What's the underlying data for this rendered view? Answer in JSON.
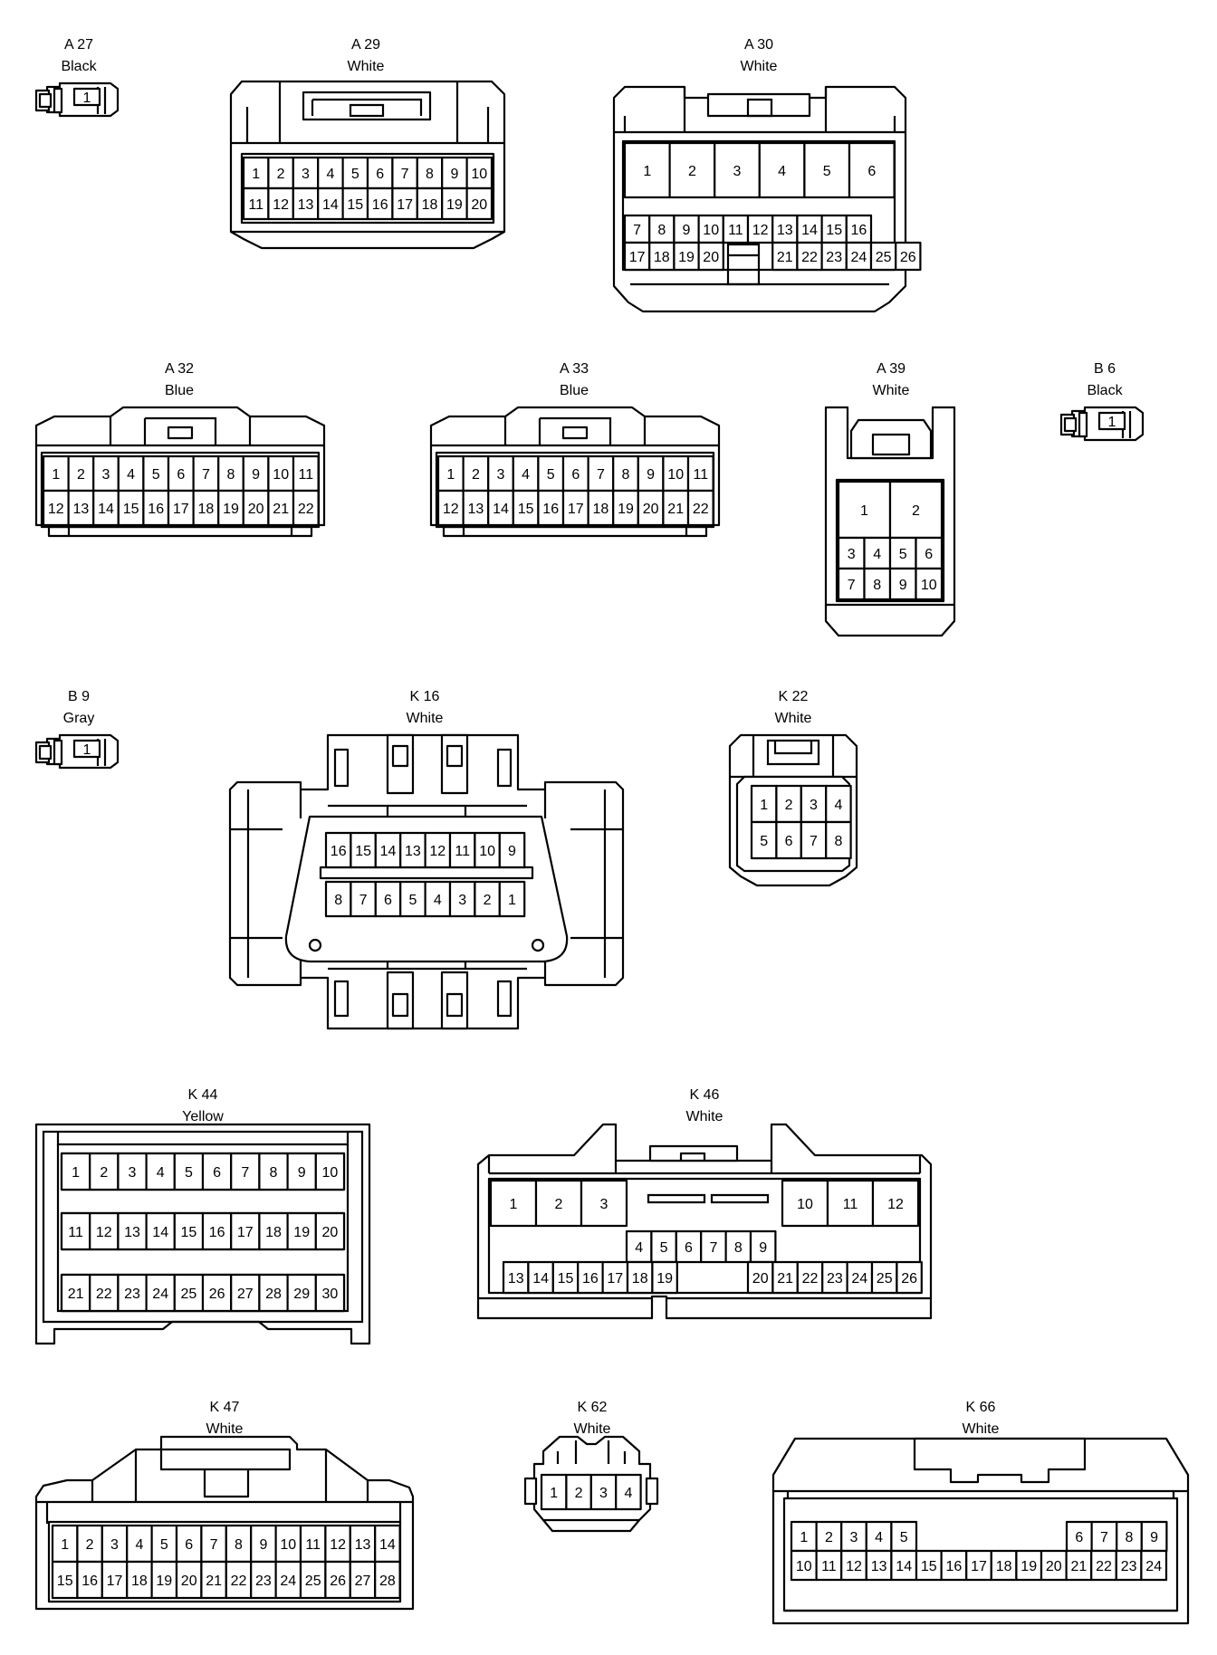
{
  "connectors": [
    {
      "id": "A 27",
      "color": "Black",
      "pins": [
        "1"
      ]
    },
    {
      "id": "A 29",
      "color": "White",
      "pins": [
        "1",
        "2",
        "3",
        "4",
        "5",
        "6",
        "7",
        "8",
        "9",
        "10",
        "11",
        "12",
        "13",
        "14",
        "15",
        "16",
        "17",
        "18",
        "19",
        "20"
      ]
    },
    {
      "id": "A 30",
      "color": "White",
      "pins": [
        "1",
        "2",
        "3",
        "4",
        "5",
        "6",
        "7",
        "8",
        "9",
        "10",
        "11",
        "12",
        "13",
        "14",
        "15",
        "16",
        "17",
        "18",
        "19",
        "20",
        "21",
        "22",
        "23",
        "24",
        "25",
        "26"
      ]
    },
    {
      "id": "A 32",
      "color": "Blue",
      "pins": [
        "1",
        "2",
        "3",
        "4",
        "5",
        "6",
        "7",
        "8",
        "9",
        "10",
        "11",
        "12",
        "13",
        "14",
        "15",
        "16",
        "17",
        "18",
        "19",
        "20",
        "21",
        "22"
      ]
    },
    {
      "id": "A 33",
      "color": "Blue",
      "pins": [
        "1",
        "2",
        "3",
        "4",
        "5",
        "6",
        "7",
        "8",
        "9",
        "10",
        "11",
        "12",
        "13",
        "14",
        "15",
        "16",
        "17",
        "18",
        "19",
        "20",
        "21",
        "22"
      ]
    },
    {
      "id": "A 39",
      "color": "White",
      "pins": [
        "1",
        "2",
        "3",
        "4",
        "5",
        "6",
        "7",
        "8",
        "9",
        "10"
      ]
    },
    {
      "id": "B 6",
      "color": "Black",
      "pins": [
        "1"
      ]
    },
    {
      "id": "B 9",
      "color": "Gray",
      "pins": [
        "1"
      ]
    },
    {
      "id": "K 16",
      "color": "White",
      "pins": [
        "16",
        "15",
        "14",
        "13",
        "12",
        "11",
        "10",
        "9",
        "8",
        "7",
        "6",
        "5",
        "4",
        "3",
        "2",
        "1"
      ]
    },
    {
      "id": "K 22",
      "color": "White",
      "pins": [
        "1",
        "2",
        "3",
        "4",
        "5",
        "6",
        "7",
        "8"
      ]
    },
    {
      "id": "K 44",
      "color": "Yellow",
      "pins": [
        "1",
        "2",
        "3",
        "4",
        "5",
        "6",
        "7",
        "8",
        "9",
        "10",
        "11",
        "12",
        "13",
        "14",
        "15",
        "16",
        "17",
        "18",
        "19",
        "20",
        "21",
        "22",
        "23",
        "24",
        "25",
        "26",
        "27",
        "28",
        "29",
        "30"
      ]
    },
    {
      "id": "K 46",
      "color": "White",
      "pins": [
        "1",
        "2",
        "3",
        "4",
        "5",
        "6",
        "7",
        "8",
        "9",
        "10",
        "11",
        "12",
        "13",
        "14",
        "15",
        "16",
        "17",
        "18",
        "19",
        "20",
        "21",
        "22",
        "23",
        "24",
        "25",
        "26"
      ]
    },
    {
      "id": "K 47",
      "color": "White",
      "pins": [
        "1",
        "2",
        "3",
        "4",
        "5",
        "6",
        "7",
        "8",
        "9",
        "10",
        "11",
        "12",
        "13",
        "14",
        "15",
        "16",
        "17",
        "18",
        "19",
        "20",
        "21",
        "22",
        "23",
        "24",
        "25",
        "26",
        "27",
        "28"
      ]
    },
    {
      "id": "K 62",
      "color": "White",
      "pins": [
        "1",
        "2",
        "3",
        "4"
      ]
    },
    {
      "id": "K 66",
      "color": "White",
      "pins": [
        "1",
        "2",
        "3",
        "4",
        "5",
        "6",
        "7",
        "8",
        "9",
        "10",
        "11",
        "12",
        "13",
        "14",
        "15",
        "16",
        "17",
        "18",
        "19",
        "20",
        "21",
        "22",
        "23",
        "24"
      ]
    }
  ]
}
